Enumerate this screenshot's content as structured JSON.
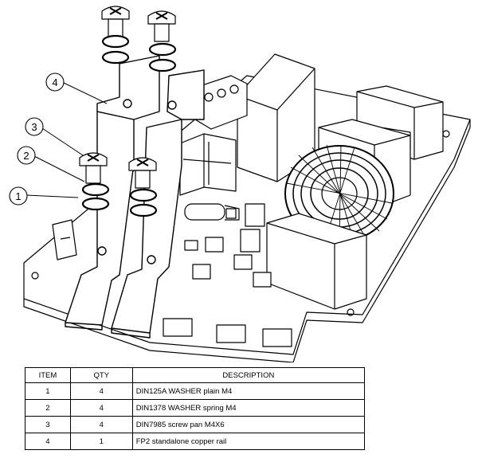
{
  "callouts": [
    {
      "num": "1"
    },
    {
      "num": "2"
    },
    {
      "num": "3"
    },
    {
      "num": "4"
    }
  ],
  "table": {
    "headers": [
      "ITEM",
      "QTY",
      "DESCRIPTION"
    ],
    "rows": [
      {
        "item": "1",
        "qty": "4",
        "description": "DIN125A WASHER plain M4"
      },
      {
        "item": "2",
        "qty": "4",
        "description": "DIN1378 WASHER spring M4"
      },
      {
        "item": "3",
        "qty": "4",
        "description": "DIN7985 screw pan M4X6"
      },
      {
        "item": "4",
        "qty": "1",
        "description": "FP2 standalone copper rail"
      }
    ]
  }
}
